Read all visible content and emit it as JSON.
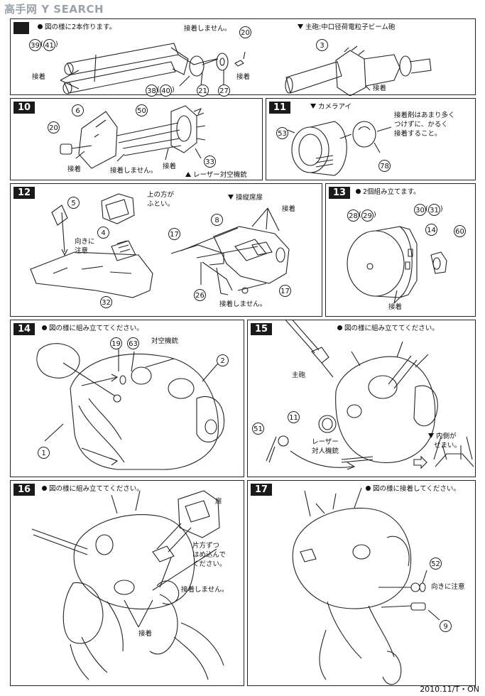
{
  "watermark": "高手网 Y SEARCH",
  "footer": "2010.11/T・ON",
  "panels": {
    "p9": {
      "instruction": "図の様に2本作ります。",
      "nums": [
        "39",
        "41",
        "20",
        "38",
        "40",
        "21",
        "27",
        "3"
      ],
      "label_glue_a": "接着",
      "label_no_glue": "接着しません。",
      "label_glue_b": "接着",
      "sub_title": "主砲:中口径荷電粒子ビーム砲",
      "label_glue_c": "接着"
    },
    "p10": {
      "number": "10",
      "nums": [
        "6",
        "50",
        "20",
        "33"
      ],
      "label_glue_a": "接着",
      "label_no_glue": "接着しません。",
      "label_glue_b": "接着",
      "sub_title": "レーザー対空機銃"
    },
    "p11": {
      "number": "11",
      "sub_title": "カメラアイ",
      "nums": [
        "53",
        "78"
      ],
      "note_lines": [
        "接着剤はあまり多く",
        "つけずに、かるく",
        "接着すること。"
      ]
    },
    "p12": {
      "number": "12",
      "nums": [
        "5",
        "4",
        "32",
        "8",
        "17",
        "26",
        "17"
      ],
      "note_top": [
        "上の方が",
        "ふとい。"
      ],
      "note_dir": [
        "向きに",
        "注意"
      ],
      "sub_title": "操縦席扉",
      "label_glue": "接着",
      "label_no_glue": "接着しません。"
    },
    "p13": {
      "number": "13",
      "instruction": "2個組み立てます。",
      "nums": [
        "28",
        "29",
        "30",
        "31",
        "14",
        "60"
      ],
      "label_glue": "接着"
    },
    "p14": {
      "number": "14",
      "instruction": "図の様に組み立ててください。",
      "nums": [
        "19",
        "63",
        "2",
        "1"
      ],
      "label_aa": "対空機銃"
    },
    "p15": {
      "number": "15",
      "instruction": "図の様に組み立ててください。",
      "nums": [
        "11",
        "51"
      ],
      "label_main": "主砲",
      "label_laser": [
        "レーザー",
        "対人機銃"
      ],
      "label_inner": [
        "内側が",
        "せまい。"
      ]
    },
    "p16": {
      "number": "16",
      "instruction": "図の様に組み立ててください。",
      "label_door": "扉",
      "note": [
        "片方ずつ",
        "はめ込んで",
        "ください。"
      ],
      "label_no_glue": "接着しません。",
      "label_glue": "接着"
    },
    "p17": {
      "number": "17",
      "instruction": "図の様に接着してください。",
      "nums": [
        "52",
        "9"
      ],
      "note_dir": "向きに注意"
    }
  }
}
